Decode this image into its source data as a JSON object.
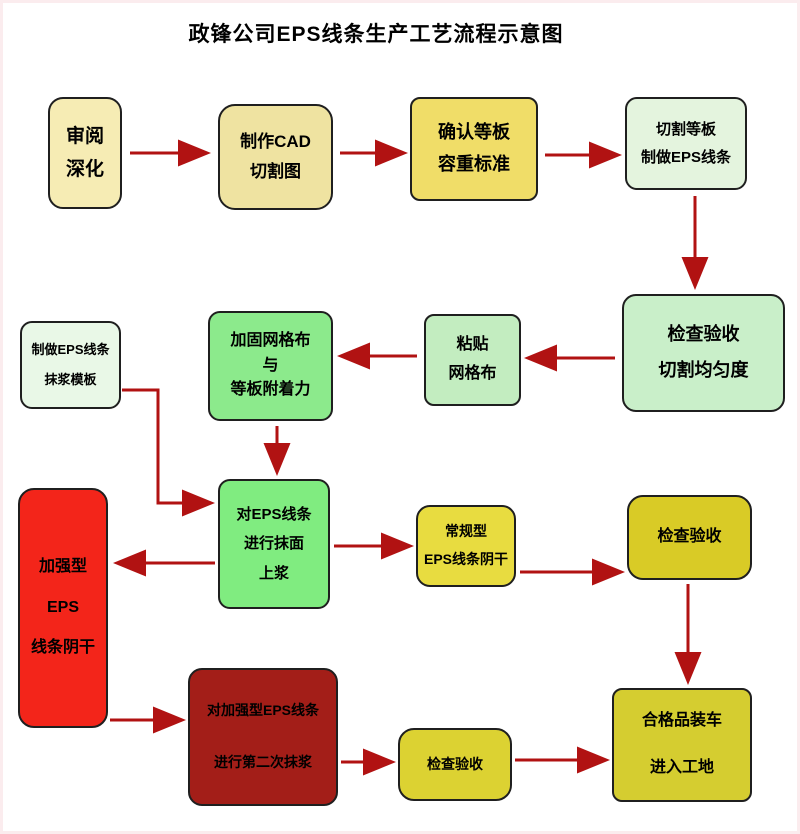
{
  "title": "政锋公司EPS线条生产工艺流程示意图",
  "colors": {
    "arrow": "#b11212",
    "node_border": "#1f1f1f",
    "background": "#ffffff"
  },
  "nodes": [
    {
      "id": "review-deepening",
      "lines": [
        "审阅",
        "深化"
      ],
      "bg": "#f6ecb4"
    },
    {
      "id": "cad-cutting-drawing",
      "lines": [
        "制作CAD",
        "切割图"
      ],
      "bg": "#efe3a1"
    },
    {
      "id": "confirm-board-density",
      "lines": [
        "确认等板",
        "容重标准"
      ],
      "bg": "#f0dd68"
    },
    {
      "id": "cut-board-make-eps",
      "lines": [
        "切割等板",
        "制做EPS线条"
      ],
      "bg": "#e4f4de"
    },
    {
      "id": "inspect-cutting-uniformity",
      "lines": [
        "检查验收",
        "切割均匀度"
      ],
      "bg": "#c9efc9"
    },
    {
      "id": "paste-mesh-cloth",
      "lines": [
        "粘贴",
        "网格布"
      ],
      "bg": "#c3edc0"
    },
    {
      "id": "reinforce-mesh-adhesion",
      "lines": [
        "加固网格布",
        "与",
        "等板附着力"
      ],
      "bg": "#8cea8c"
    },
    {
      "id": "make-eps-plaster-template",
      "lines": [
        "制做EPS线条",
        "抹浆模板"
      ],
      "bg": "#e9f8e7"
    },
    {
      "id": "eps-surface-plastering",
      "lines": [
        "对EPS线条",
        "进行抹面",
        "上浆"
      ],
      "bg": "#80ec80"
    },
    {
      "id": "regular-eps-drying",
      "lines": [
        "常规型",
        "EPS线条阴干"
      ],
      "bg": "#e8dc40"
    },
    {
      "id": "inspection-regular",
      "lines": [
        "检查验收"
      ],
      "bg": "#d9cb26"
    },
    {
      "id": "reinforced-eps-drying",
      "lines": [
        "加强型",
        "EPS",
        "线条阴干"
      ],
      "bg": "#f3251a"
    },
    {
      "id": "second-plastering",
      "lines": [
        "对加强型EPS线条",
        "进行第二次抹浆"
      ],
      "bg": "#a31e18"
    },
    {
      "id": "inspection-reinforced",
      "lines": [
        "检查验收"
      ],
      "bg": "#dcd232"
    },
    {
      "id": "qualified-loading",
      "lines": [
        "合格品装车",
        "进入工地"
      ],
      "bg": "#d5cd30"
    }
  ]
}
